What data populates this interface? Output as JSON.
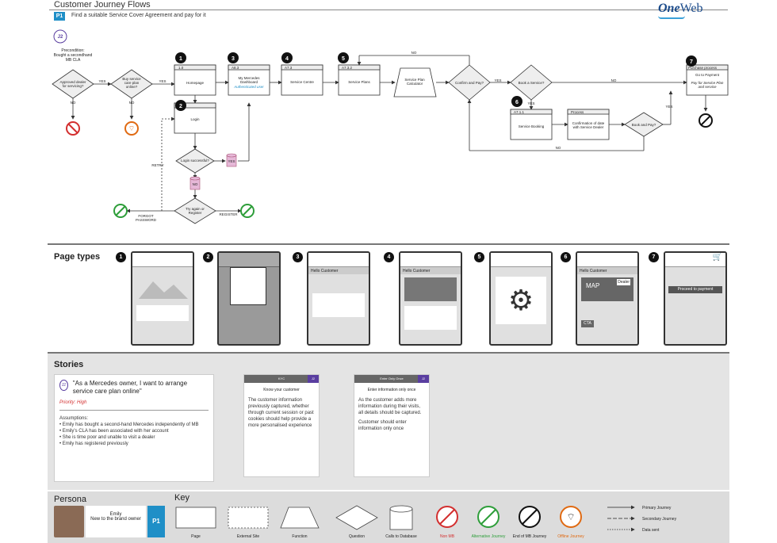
{
  "header": {
    "title": "Customer Journey Flows",
    "badge": "P1",
    "subtitle": "Find a suitable Service Cover Agreement and pay for it",
    "logo_one": "One",
    "logo_web": "Web"
  },
  "flow": {
    "journey_badge": "J2",
    "precondition": [
      "Precondition:",
      "Bought a secondhand",
      "MB CLA"
    ],
    "approved_dealer": [
      "Approved dealer",
      "for servicing?"
    ],
    "buy_online": [
      "Buy service",
      "care plan",
      "online?"
    ],
    "yes": "YES",
    "no": "NO",
    "homepage_code": "1.0",
    "homepage": "Homepage",
    "login_code": "",
    "login": "Login",
    "dashboard_code": "A8.3",
    "dashboard": [
      "My Mercedes",
      "Dashboard"
    ],
    "dashboard_sub": "Authenticated user",
    "service_centre_code": "A7.3",
    "service_centre": "Service Centre",
    "service_plans_code": "A7.3.2",
    "service_plans": "Service Plans",
    "calculator": [
      "Service Plan",
      "Calculator"
    ],
    "confirm_pay": "Confirm and Pay?",
    "book_service": "Book a Service?",
    "service_booking_code": "A7.1.1",
    "service_booking": "Service Booking",
    "process_label": "Process",
    "confirmation": [
      "Confirmation of date",
      "with Service Dealer"
    ],
    "book_pay": "Book and Pay?",
    "payment_code": "Purchase process",
    "payment": "Go to Payment",
    "payment_sub": [
      "Pay for Service Plan",
      "and service"
    ],
    "login_success": "Login successful?",
    "try_again": [
      "Try again or",
      "Register"
    ],
    "retry": "RETRY",
    "forgot": [
      "FORGOT",
      "PASSWORD"
    ],
    "register": "REGISTER"
  },
  "page_types": {
    "title": "Page types",
    "numbers": [
      "1",
      "2",
      "3",
      "4",
      "5",
      "6",
      "7"
    ],
    "hello": "Hello Customer",
    "map": "MAP",
    "dealer": "Dealer",
    "cta": "CTA",
    "proceed": "Proceed to payment"
  },
  "stories": {
    "title": "Stories",
    "main": {
      "badge": "J2",
      "quote": "\"As a Mercedes owner, I want to arrange service care plan online\"",
      "priority": "Priority: High",
      "assumptions_title": "Assumptions:",
      "assumptions": [
        "• Emily has bought a second-hand Mercedes independently of MB",
        "• Emily's CLA has been associated with her account",
        "• She is time poor and unable to visit a dealer",
        "• Emily has registered previously"
      ]
    },
    "card1": {
      "head": "KYC",
      "tag": "J2",
      "subtitle": "Know your customer",
      "body": "The customer information previously captured, whether through current session or past cookies should help provide a more personalised experience"
    },
    "card2": {
      "head": "Enter Only Once",
      "tag": "J2",
      "subtitle": "Enter information only once",
      "body": "As the customer adds more information during their visits, all details should be captured.",
      "body2": "Customer should enter information only once"
    }
  },
  "persona": {
    "title": "Persona",
    "name": "Emily",
    "desc": "New to the brand owner",
    "badge": "P1"
  },
  "key": {
    "title": "Key",
    "items": [
      "Page",
      "External Site",
      "Function",
      "Question",
      "Calls to Database",
      "Non MB",
      "Alternative Journey",
      "End of MB Journey",
      "Offline Journey"
    ],
    "lines": [
      "Primary Journey",
      "Secondary Journey",
      "Data sent"
    ]
  },
  "colors": {
    "accent": "#1f8fc7",
    "red": "#d32f2f",
    "green": "#2e9e3a",
    "orange": "#e06a12",
    "db_pink": "#e6b8d8"
  }
}
